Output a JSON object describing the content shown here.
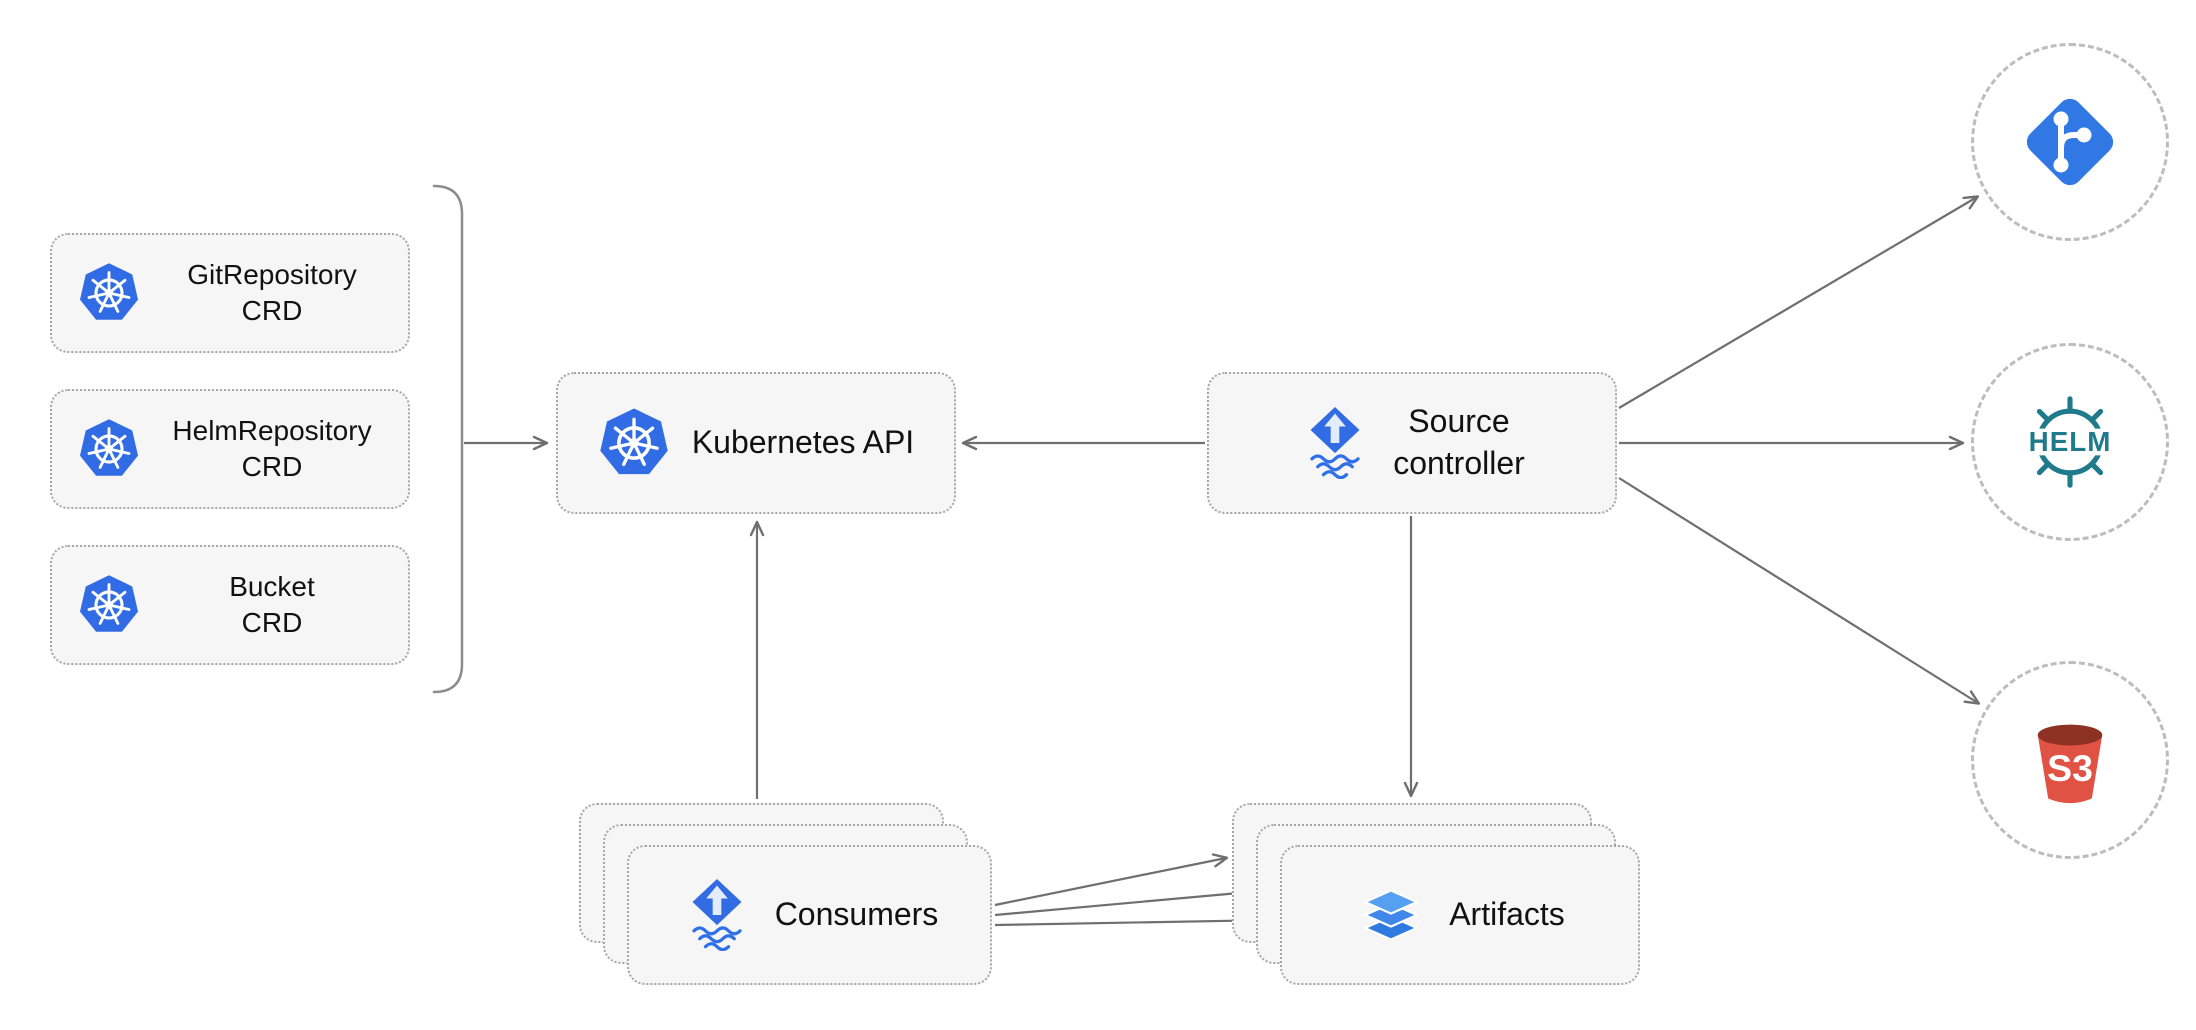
{
  "diagram": {
    "crd_group": {
      "items": [
        {
          "line1": "GitRepository",
          "line2": "CRD",
          "icon": "kubernetes-icon"
        },
        {
          "line1": "HelmRepository",
          "line2": "CRD",
          "icon": "kubernetes-icon"
        },
        {
          "line1": "Bucket",
          "line2": "CRD",
          "icon": "kubernetes-icon"
        }
      ]
    },
    "nodes": {
      "kubernetes_api": {
        "label": "Kubernetes API",
        "icon": "kubernetes-icon"
      },
      "source_controller": {
        "line1": "Source",
        "line2": "controller",
        "icon": "flux-icon"
      },
      "consumers": {
        "label": "Consumers",
        "icon": "flux-icon",
        "stacked": true
      },
      "artifacts": {
        "label": "Artifacts",
        "icon": "layers-icon",
        "stacked": true
      }
    },
    "external_sources": [
      {
        "name": "git",
        "icon": "git-icon"
      },
      {
        "name": "helm",
        "icon": "helm-icon",
        "logo_text": "HELM"
      },
      {
        "name": "s3",
        "icon": "s3-bucket-icon",
        "logo_text": "S3"
      }
    ],
    "edges": [
      {
        "from": "crd-group",
        "to": "kubernetes-api"
      },
      {
        "from": "source-controller",
        "to": "kubernetes-api"
      },
      {
        "from": "source-controller",
        "to": "git"
      },
      {
        "from": "source-controller",
        "to": "helm"
      },
      {
        "from": "source-controller",
        "to": "s3"
      },
      {
        "from": "source-controller",
        "to": "artifacts"
      },
      {
        "from": "consumers",
        "to": "kubernetes-api"
      },
      {
        "from": "consumers",
        "to": "artifacts",
        "count": 3
      }
    ],
    "colors": {
      "kubernetes_blue": "#326CE5",
      "flux_blue": "#316CE4",
      "git_blue": "#3178E4",
      "helm_teal": "#1F7A8C",
      "s3_red": "#E05243",
      "s3_dark_red": "#8C3123",
      "layers_blue": "#3F87E8",
      "box_fill": "#F6F6F6",
      "box_border": "#A6A6A6",
      "arrow_gray": "#6F6F6F"
    }
  }
}
